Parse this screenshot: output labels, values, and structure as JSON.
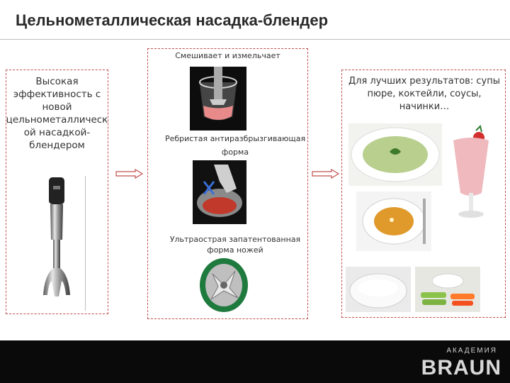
{
  "title": "Цельнометаллическая насадка-блендер",
  "left_panel": {
    "text": "Высокая эффективность с новой цельнометаллическ ой насадкой-блендером"
  },
  "middle_panel": {
    "caption_1": "Смешивает и измельчает",
    "caption_2": "Ребристая антиразбрызгивающая форма",
    "caption_3": "Ультраострая запатентованная форма ножей"
  },
  "right_panel": {
    "text": "Для лучших результатов: супы пюре, коктейли, соусы, начинки…"
  },
  "footer": {
    "label": "АКАДЕМИЯ",
    "logo": "BRAUN"
  },
  "colors": {
    "dashed_border": "#c0504d",
    "arrow": "#c0504d",
    "footer_bg": "#0a0a0a"
  }
}
